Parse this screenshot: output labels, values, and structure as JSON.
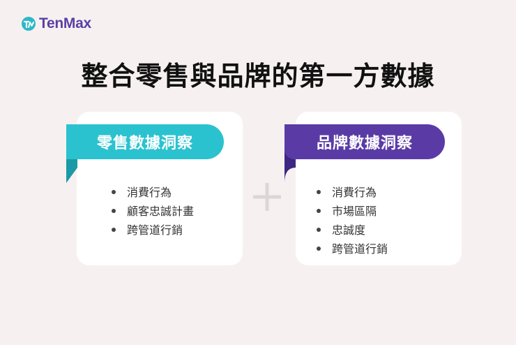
{
  "brand": {
    "name": "TenMax",
    "color": "#5b3fa6",
    "icon": "tenmax-logo-icon"
  },
  "title": "整合零售與品牌的第一方數據",
  "cards": [
    {
      "heading": "零售數據洞察",
      "color": "#2bc2cf",
      "fold_color": "#1a9aa6",
      "items": [
        "消費行為",
        "顧客忠誠計畫",
        "跨管道行銷"
      ]
    },
    {
      "heading": "品牌數據洞察",
      "color": "#5a3ba6",
      "fold_color": "#3e2683",
      "items": [
        "消費行為",
        "市場區隔",
        "忠誠度",
        "跨管道行銷"
      ]
    }
  ],
  "connector_icon": "plus-icon"
}
